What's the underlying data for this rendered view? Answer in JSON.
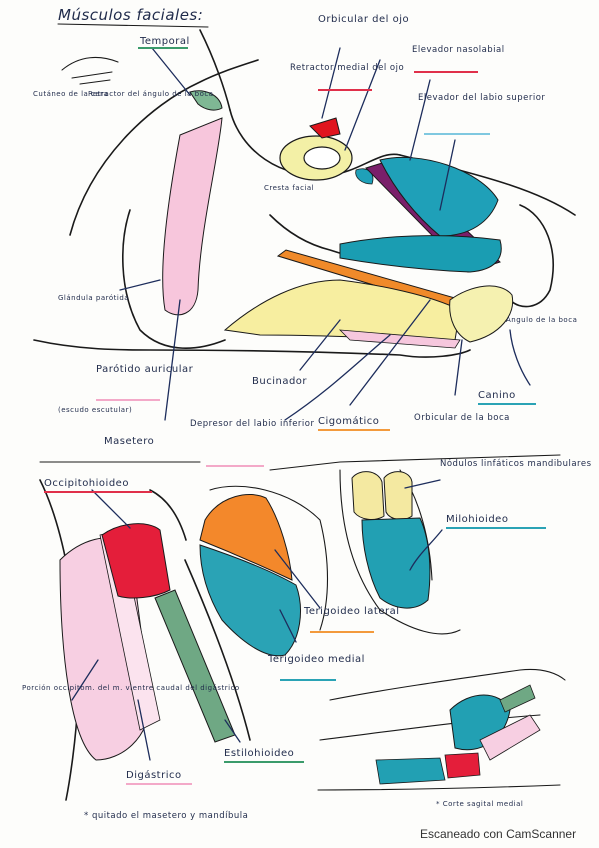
{
  "title": "Músculos faciales:",
  "footer_note": "* quitado el masetero y mandíbula",
  "scan_credit": "Escaneado con CamScanner",
  "top_labels": {
    "cutaneo": "Cutáneo de la cara",
    "retractor_angulo": "Retractor del ángulo de la boca",
    "temporal": "Temporal",
    "orbicular_ojo": "Orbicular del ojo",
    "retractor_medial": "Retractor medial del ojo",
    "elevador_nasolabial": "Elevador nasolabial",
    "elevador_labio": "Elevador del labio superior",
    "cresta_facial": "Cresta facial",
    "glandula_parotida": "Glándula parótida",
    "angulo_boca": "Ángulo de la boca",
    "parotido_auricular": "Parótido auricular",
    "parotido_note": "(escudo escutular)",
    "bucinador": "Bucinador",
    "canino": "Canino",
    "masetero": "Masetero",
    "depresor_labio": "Depresor del labio inferior",
    "cigomatico": "Cigomático",
    "orbicular_boca": "Orbicular de la boca"
  },
  "bottom_labels": {
    "occipitohioideo": "Occipitohioideo",
    "nodulos": "Nódulos linfáticos mandibulares",
    "milohioideo": "Milohioideo",
    "terigoideo_lateral": "Terigoideo lateral",
    "terigoideo_medial": "Terigoideo medial",
    "porcion_occipital": "Porción occipitom. del m. vientre caudal del digástrico",
    "digastrico": "Digástrico",
    "estilohioideo": "Estilohioideo",
    "corte_sagital": "* Corte sagital medial"
  },
  "colors": {
    "temporal": "#7fb894",
    "orbicular_ojo": "#f3f0a6",
    "retractor_medial": "#e0151e",
    "elevador_nasolabial": "#7a1f6a",
    "elevador_labio": "#1fa0b8",
    "parotida": "#f7c6dc",
    "zygomatic": "#f08a2a",
    "buccinator": "#f7eea0",
    "orbicularis_oris": "#f5f1b0",
    "depressor": "#f6c7dd",
    "occipitohyoid": "#e41e3a",
    "digastric": "#f7cfe2",
    "stylohyoid": "#6fa884",
    "ptery_lateral": "#f3882b",
    "ptery_medial": "#2aa3b5",
    "mylohyoid": "#22a0b3",
    "lymph": "#f4e9a1",
    "underline_red": "#e0304a",
    "underline_pink": "#f3a9c8",
    "underline_blue": "#7fc8e0",
    "underline_orange": "#f39a3c",
    "underline_green": "#3b9b6b",
    "underline_teal": "#2aa3b5"
  }
}
